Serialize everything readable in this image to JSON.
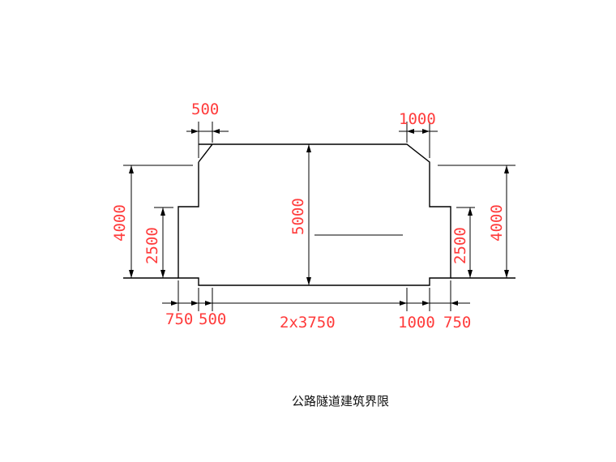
{
  "caption": "公路隧道建筑界限",
  "dims": {
    "top_left_500": "500",
    "top_right_1000": "1000",
    "left_4000": "4000",
    "left_2500": "2500",
    "center_5000": "5000",
    "right_2500": "2500",
    "right_4000": "4000",
    "bottom_750_left": "750",
    "bottom_500": "500",
    "bottom_2x3750": "2x3750",
    "bottom_1000": "1000",
    "bottom_750_right": "750"
  },
  "colors": {
    "dimension_text": "#ff3b3b",
    "outline": "#000000"
  }
}
